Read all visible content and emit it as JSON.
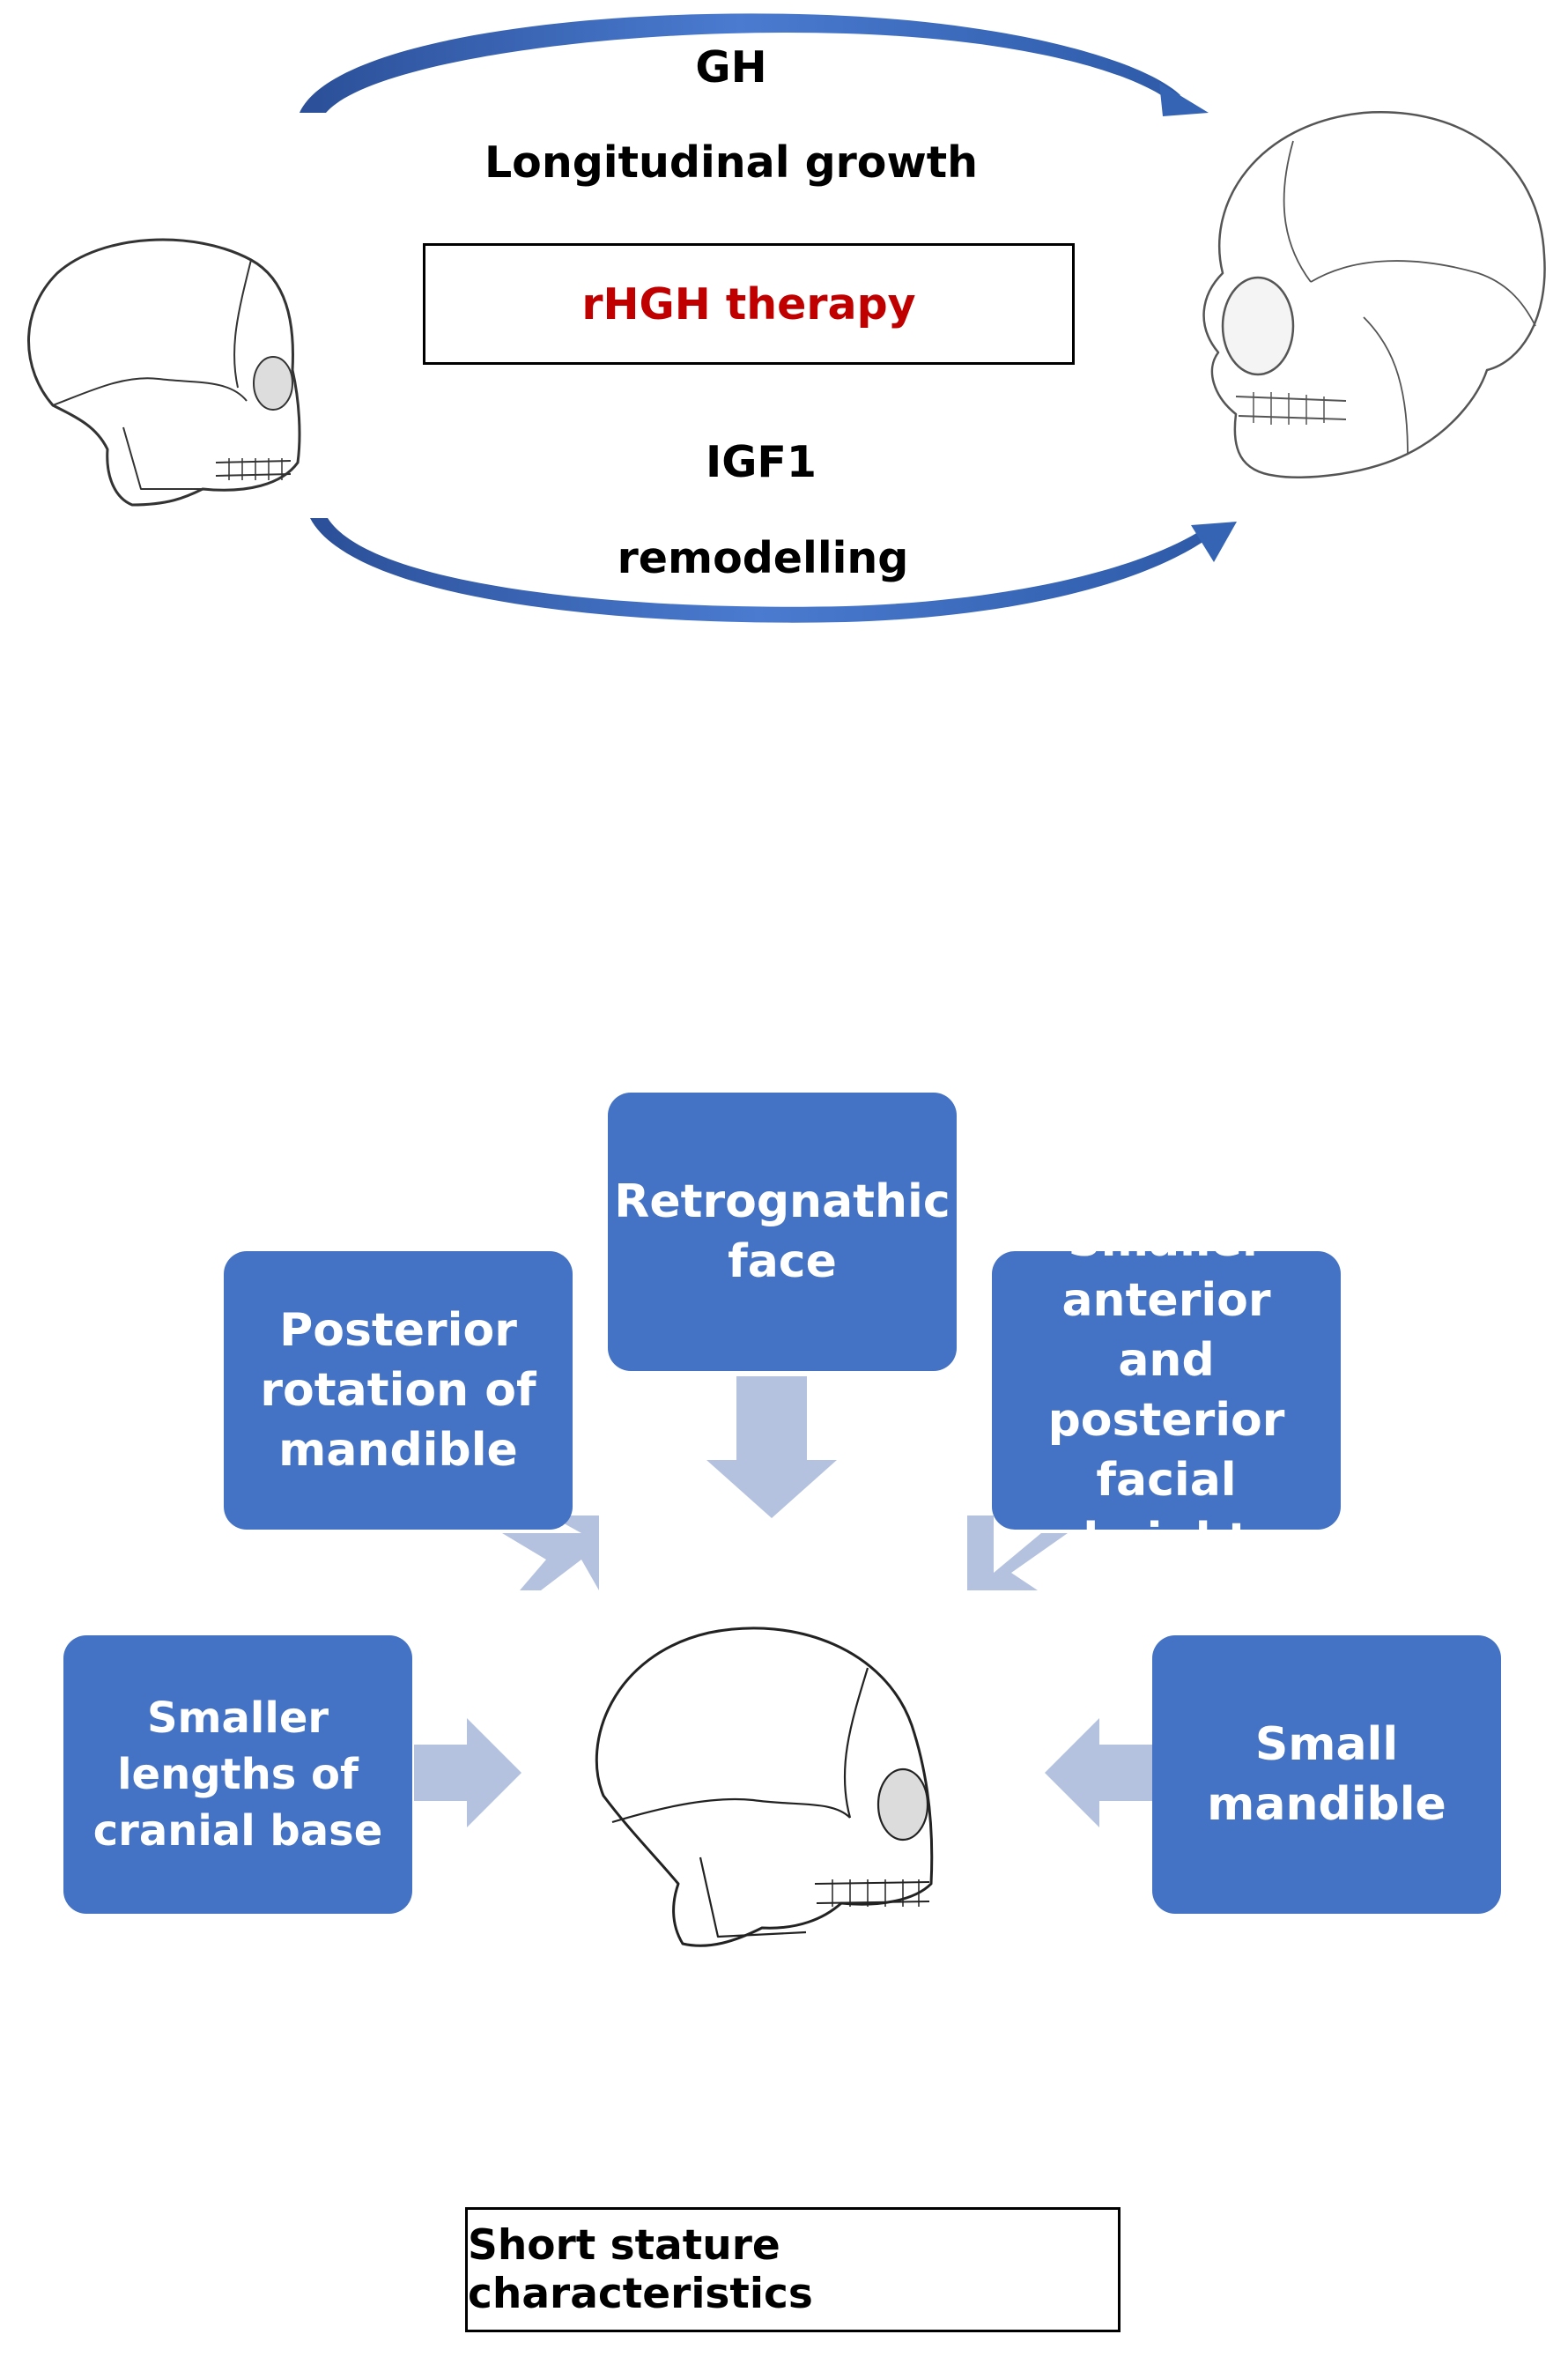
{
  "top": {
    "label_gh": "GH",
    "label_longitudinal": "Longitudinal growth",
    "therapy_label": "rHGH therapy",
    "label_igf1": "IGF1",
    "label_remodelling": "remodelling"
  },
  "bottom": {
    "boxes": [
      {
        "text": "Retrognathic\nface"
      },
      {
        "text": "Posterior\nrotation of\nmandible"
      },
      {
        "text": "Smaller\nanterior and\nposterior\nfacial height"
      },
      {
        "text": "Smaller\nlengths of\ncranial base"
      },
      {
        "text": "Small\nmandible"
      }
    ],
    "caption": "Short stature characteristics"
  },
  "colors": {
    "box_blue": "#4472c4",
    "arrow_light": "#b4c2e0",
    "curve_blue": "#2e5aa8",
    "therapy_red": "#c00000"
  },
  "icons": [
    "skull-small-icon",
    "skull-large-icon",
    "skull-center-icon"
  ]
}
